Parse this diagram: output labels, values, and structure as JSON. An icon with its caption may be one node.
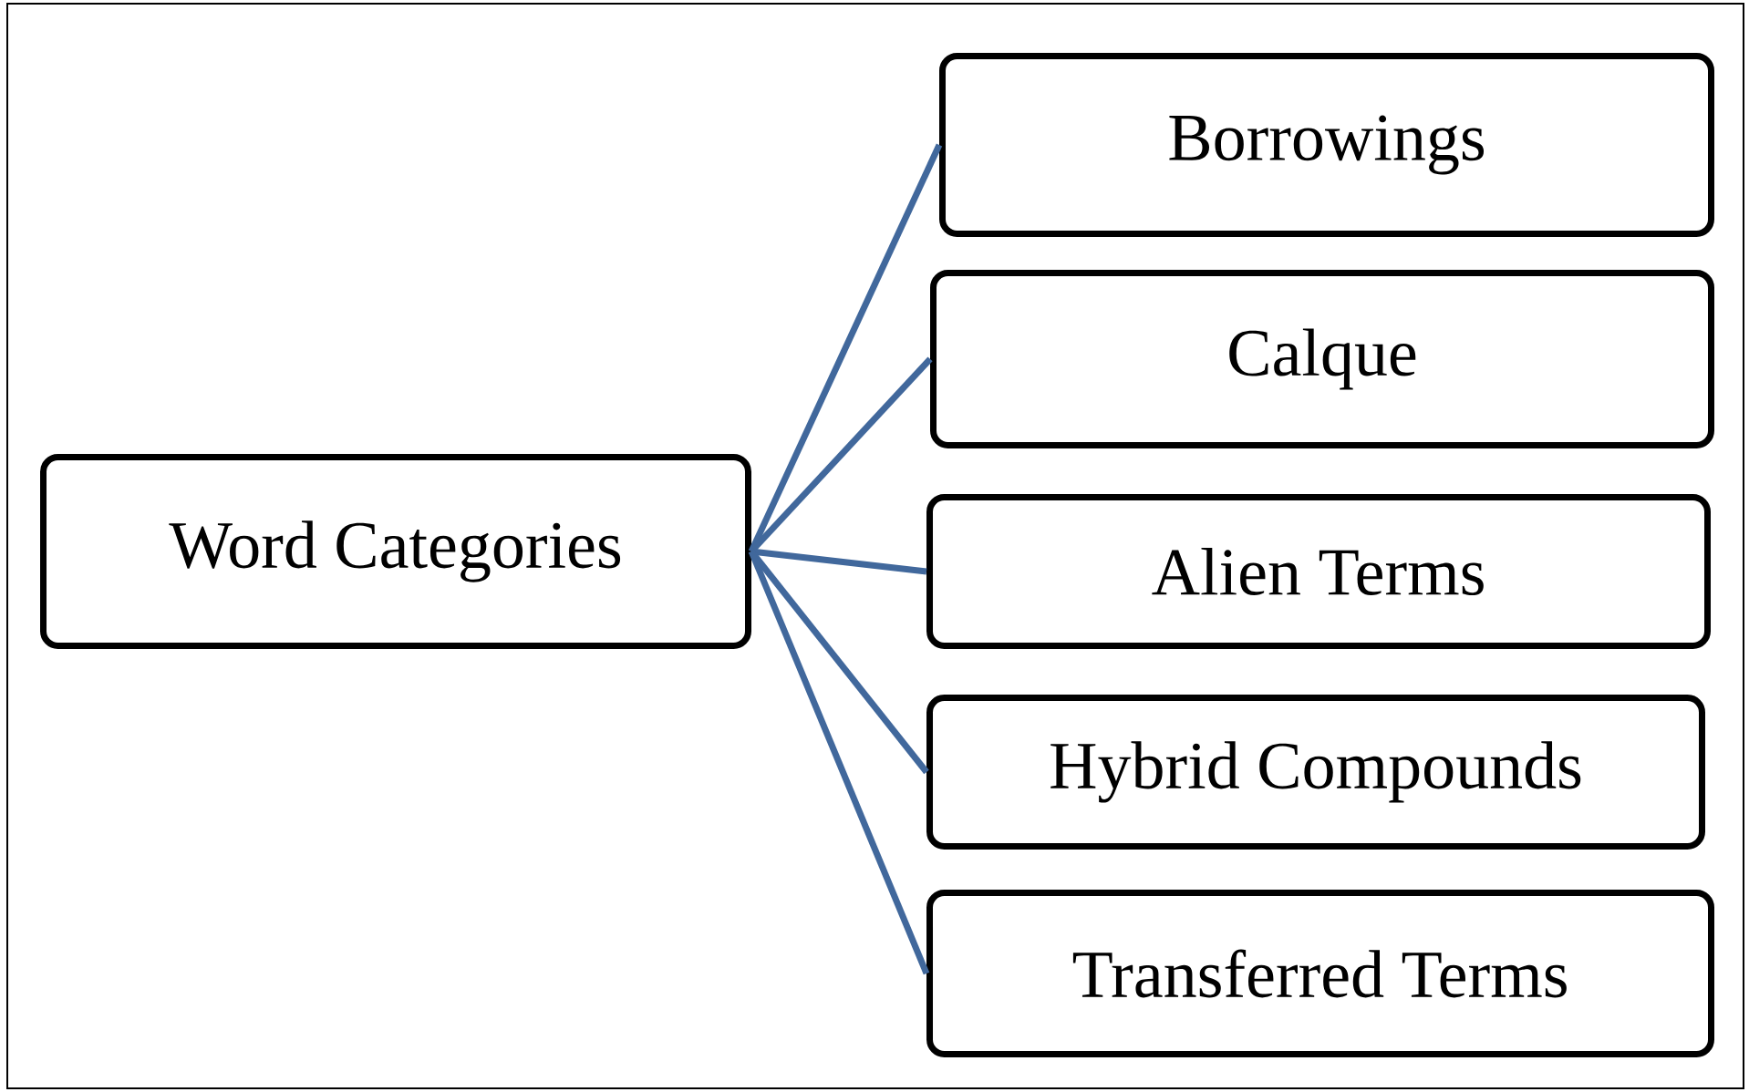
{
  "diagram": {
    "nodes": [
      {
        "text": [
          "Word Categories"
        ]
      },
      {
        "text": [
          "Borrowings"
        ]
      },
      {
        "text": [
          "Calque"
        ]
      },
      {
        "text": [
          "Alien Terms"
        ]
      },
      {
        "text": [
          "Hybrid Compounds"
        ]
      },
      {
        "text": [
          "Transferred Terms"
        ]
      }
    ],
    "edges": [
      {
        "from": 0,
        "to": 1,
        "arrow": "none"
      },
      {
        "from": 0,
        "to": 2,
        "arrow": "none"
      },
      {
        "from": 0,
        "to": 3,
        "arrow": "none"
      },
      {
        "from": 0,
        "to": 4,
        "arrow": "none"
      },
      {
        "from": 0,
        "to": 5,
        "arrow": "none"
      }
    ]
  }
}
